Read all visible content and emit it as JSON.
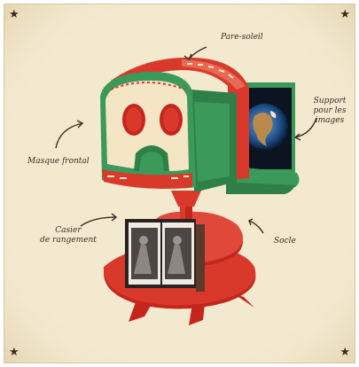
{
  "labels": {
    "pare_soleil": "Pare-soleil",
    "support_line1": "Support",
    "support_line2": "pour les images",
    "masque": "Masque frontal",
    "casier_line1": "Casier",
    "casier_line2": "de rangement",
    "socle": "Socle"
  },
  "decor": {
    "corner_star": "★"
  },
  "colors": {
    "paper": "#f3e9cf",
    "red": "#d8392b",
    "green": "#3b9a5a",
    "cream": "#f4e6c4",
    "ink": "#3b2a22"
  }
}
